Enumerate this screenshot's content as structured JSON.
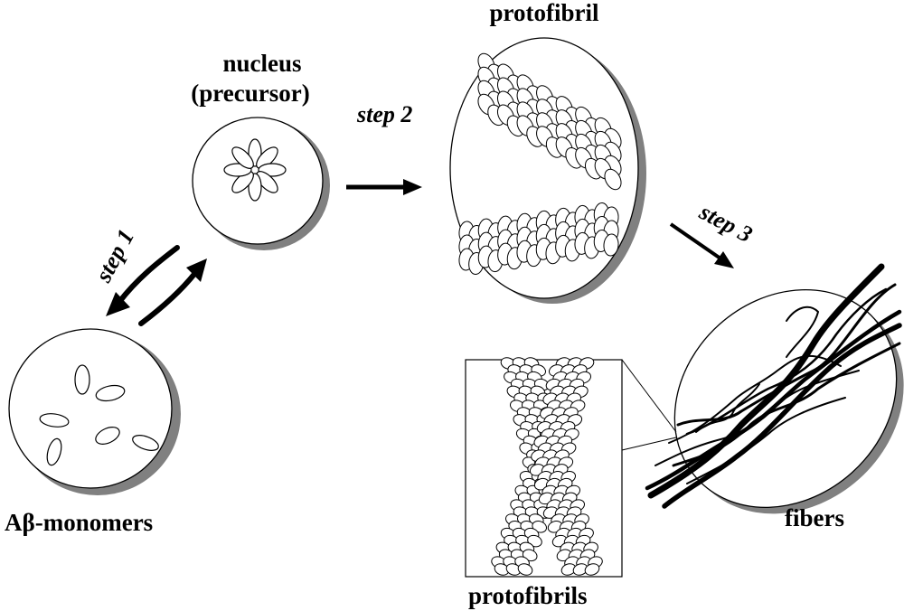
{
  "labels": {
    "monomers": "Aβ-monomers",
    "nucleus_line1": "nucleus",
    "nucleus_line2": "(precursor)",
    "protofibril": "protofibril",
    "fibers": "fibers",
    "protofibrils": "protofibrils"
  },
  "steps": {
    "step1": "step 1",
    "step2": "step 2",
    "step3": "step 3"
  },
  "colors": {
    "outline": "#000000",
    "shadow": "#808080",
    "fill": "#ffffff"
  }
}
